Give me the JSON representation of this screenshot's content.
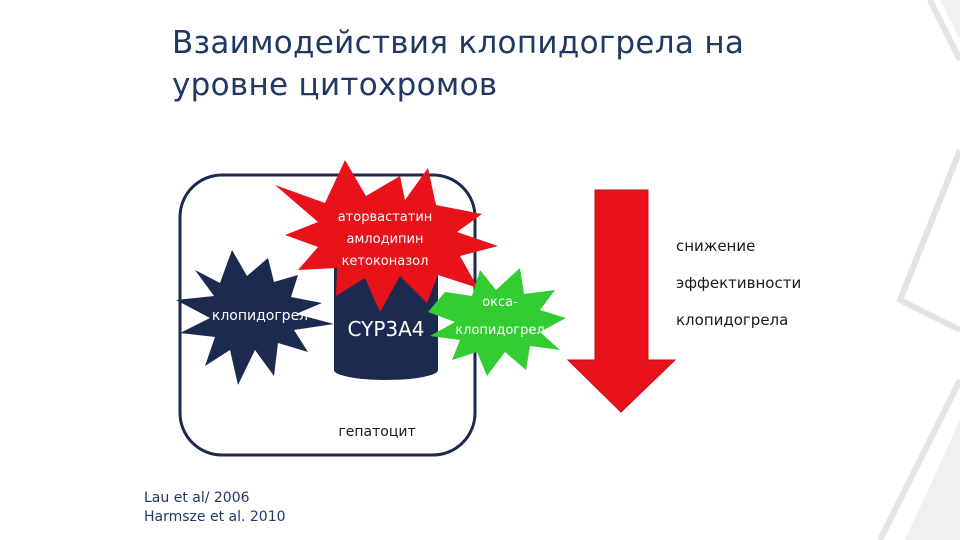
{
  "title": {
    "line1": "Взаимодействия клопидогрела на",
    "line2": "уровне цитохромов"
  },
  "diagram": {
    "inhibitors": [
      "аторвастатин",
      "амлодипин",
      "кетоконазол"
    ],
    "substrate": "клопидогрел",
    "enzyme": "CYP3A4",
    "metabolite_line1": "окса-",
    "metabolite_line2": "клопидогрел",
    "cell": "гепатоцит"
  },
  "effect": {
    "line1": "снижение",
    "line2": "эффективности",
    "line3": "клопидогрела"
  },
  "references": [
    "Lau et al/ 2006",
    "Harmsze et al. 2010"
  ],
  "colors": {
    "title": "#1f3864",
    "red_burst": "#e8121b",
    "green_burst": "#33cc33",
    "navy": "#1c2a4f",
    "arrow_red": "#e8121b"
  }
}
